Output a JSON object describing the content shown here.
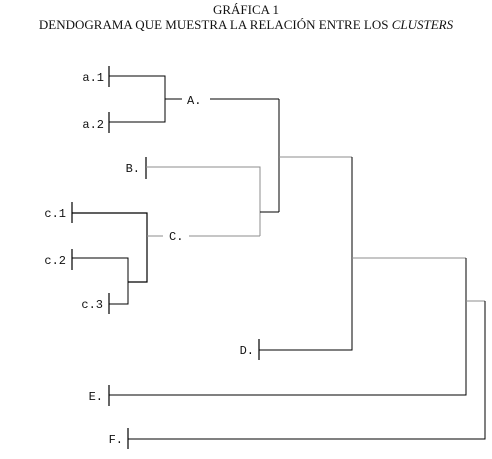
{
  "figure": {
    "number_label": "GRÁFICA 1",
    "caption_main": "DENDOGRAMA QUE MUESTRA LA RELACIÓN ENTRE LOS ",
    "caption_italic": "CLUSTERS"
  },
  "dendrogram": {
    "leaves": [
      "a.1",
      "a.2",
      "B.",
      "c.1",
      "c.2",
      "c.3",
      "D.",
      "E.",
      "F."
    ],
    "clusters": [
      "A.",
      "C."
    ],
    "line_colors": {
      "dark": "#000000",
      "light": "#8c8c8c"
    }
  }
}
